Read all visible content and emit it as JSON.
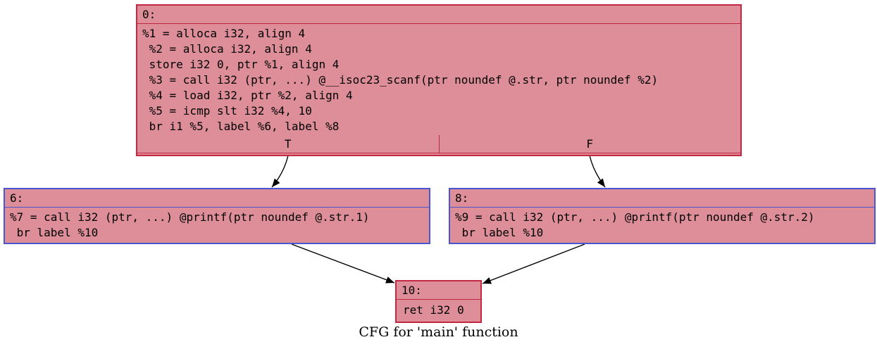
{
  "caption": "CFG for 'main' function",
  "colors": {
    "background": "#ffffff",
    "node_fill": "#dd8e99",
    "hot_border": "#c32742",
    "cold_border": "#4c55d0",
    "edge_color": "#000000",
    "text_color": "#000000"
  },
  "nodes": {
    "node0": {
      "label": "0:",
      "lines": [
        "%1 = alloca i32, align 4",
        " %2 = alloca i32, align 4",
        " store i32 0, ptr %1, align 4",
        " %3 = call i32 (ptr, ...) @__isoc23_scanf(ptr noundef @.str, ptr noundef %2)",
        " %4 = load i32, ptr %2, align 4",
        " %5 = icmp slt i32 %4, 10",
        " br i1 %5, label %6, label %8"
      ],
      "branch_true": "T",
      "branch_false": "F"
    },
    "node6": {
      "label": "6:",
      "lines": [
        "%7 = call i32 (ptr, ...) @printf(ptr noundef @.str.1)",
        " br label %10"
      ]
    },
    "node8": {
      "label": "8:",
      "lines": [
        "%9 = call i32 (ptr, ...) @printf(ptr noundef @.str.2)",
        " br label %10"
      ]
    },
    "node10": {
      "label": "10:",
      "lines": [
        "ret i32 0"
      ]
    }
  },
  "edges": [
    {
      "from": "block 0 (T)",
      "to": "block 6"
    },
    {
      "from": "block 0 (F)",
      "to": "block 8"
    },
    {
      "from": "block 6",
      "to": "block 10"
    },
    {
      "from": "block 8",
      "to": "block 10"
    }
  ]
}
